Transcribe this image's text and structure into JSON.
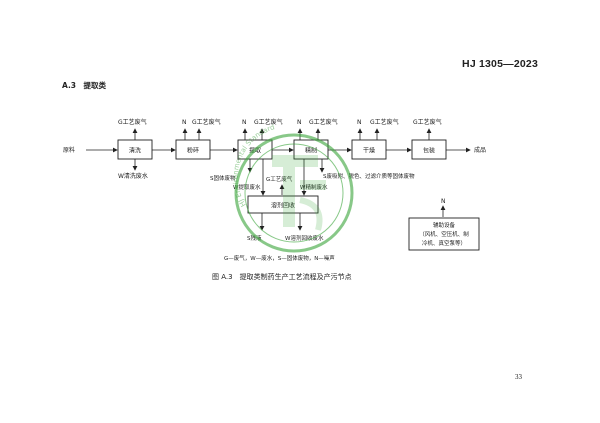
{
  "header": {
    "standard_code": "HJ 1305—2023"
  },
  "section": {
    "heading": "A.3　提取类"
  },
  "figure": {
    "input_label": "原料",
    "output_label": "成品",
    "steps": [
      {
        "label": "清洗",
        "top": "G工艺废气",
        "bottom": "W清洗废水"
      },
      {
        "label": "粉碎",
        "top_n": "N",
        "top": "G工艺废气"
      },
      {
        "label": "提取",
        "top_n": "N",
        "top": "G工艺废气"
      },
      {
        "label": "精制",
        "top_n": "N",
        "top": "G工艺废气"
      },
      {
        "label": "干燥",
        "top_n": "N",
        "top": "G工艺废气"
      },
      {
        "label": "包装",
        "top": "G工艺废气"
      }
    ],
    "recovery": {
      "label": "溶剂回收",
      "left_top": "S固体废物",
      "left_mid": "G工艺废气",
      "left_water": "W提取废水",
      "right_top": "S废吸附、脱色、过滤介质等固体废物",
      "right_water": "W精制废水",
      "bottom_left": "S残液",
      "bottom_right": "W溶剂回收废水"
    },
    "auxiliary": {
      "noise": "N",
      "label_line1": "辅助设备",
      "label_line2": "（风机、空压机、制",
      "label_line3": "冷机、真空泵等）"
    },
    "legend": "G—废气，W—废水，S—固体废物，N—噪声",
    "caption": "图 A.3　提取类制药生产工艺流程及产污节点"
  },
  "watermark": {
    "text": "HJ Environmental Standard"
  },
  "footer": {
    "page_number": "33"
  }
}
